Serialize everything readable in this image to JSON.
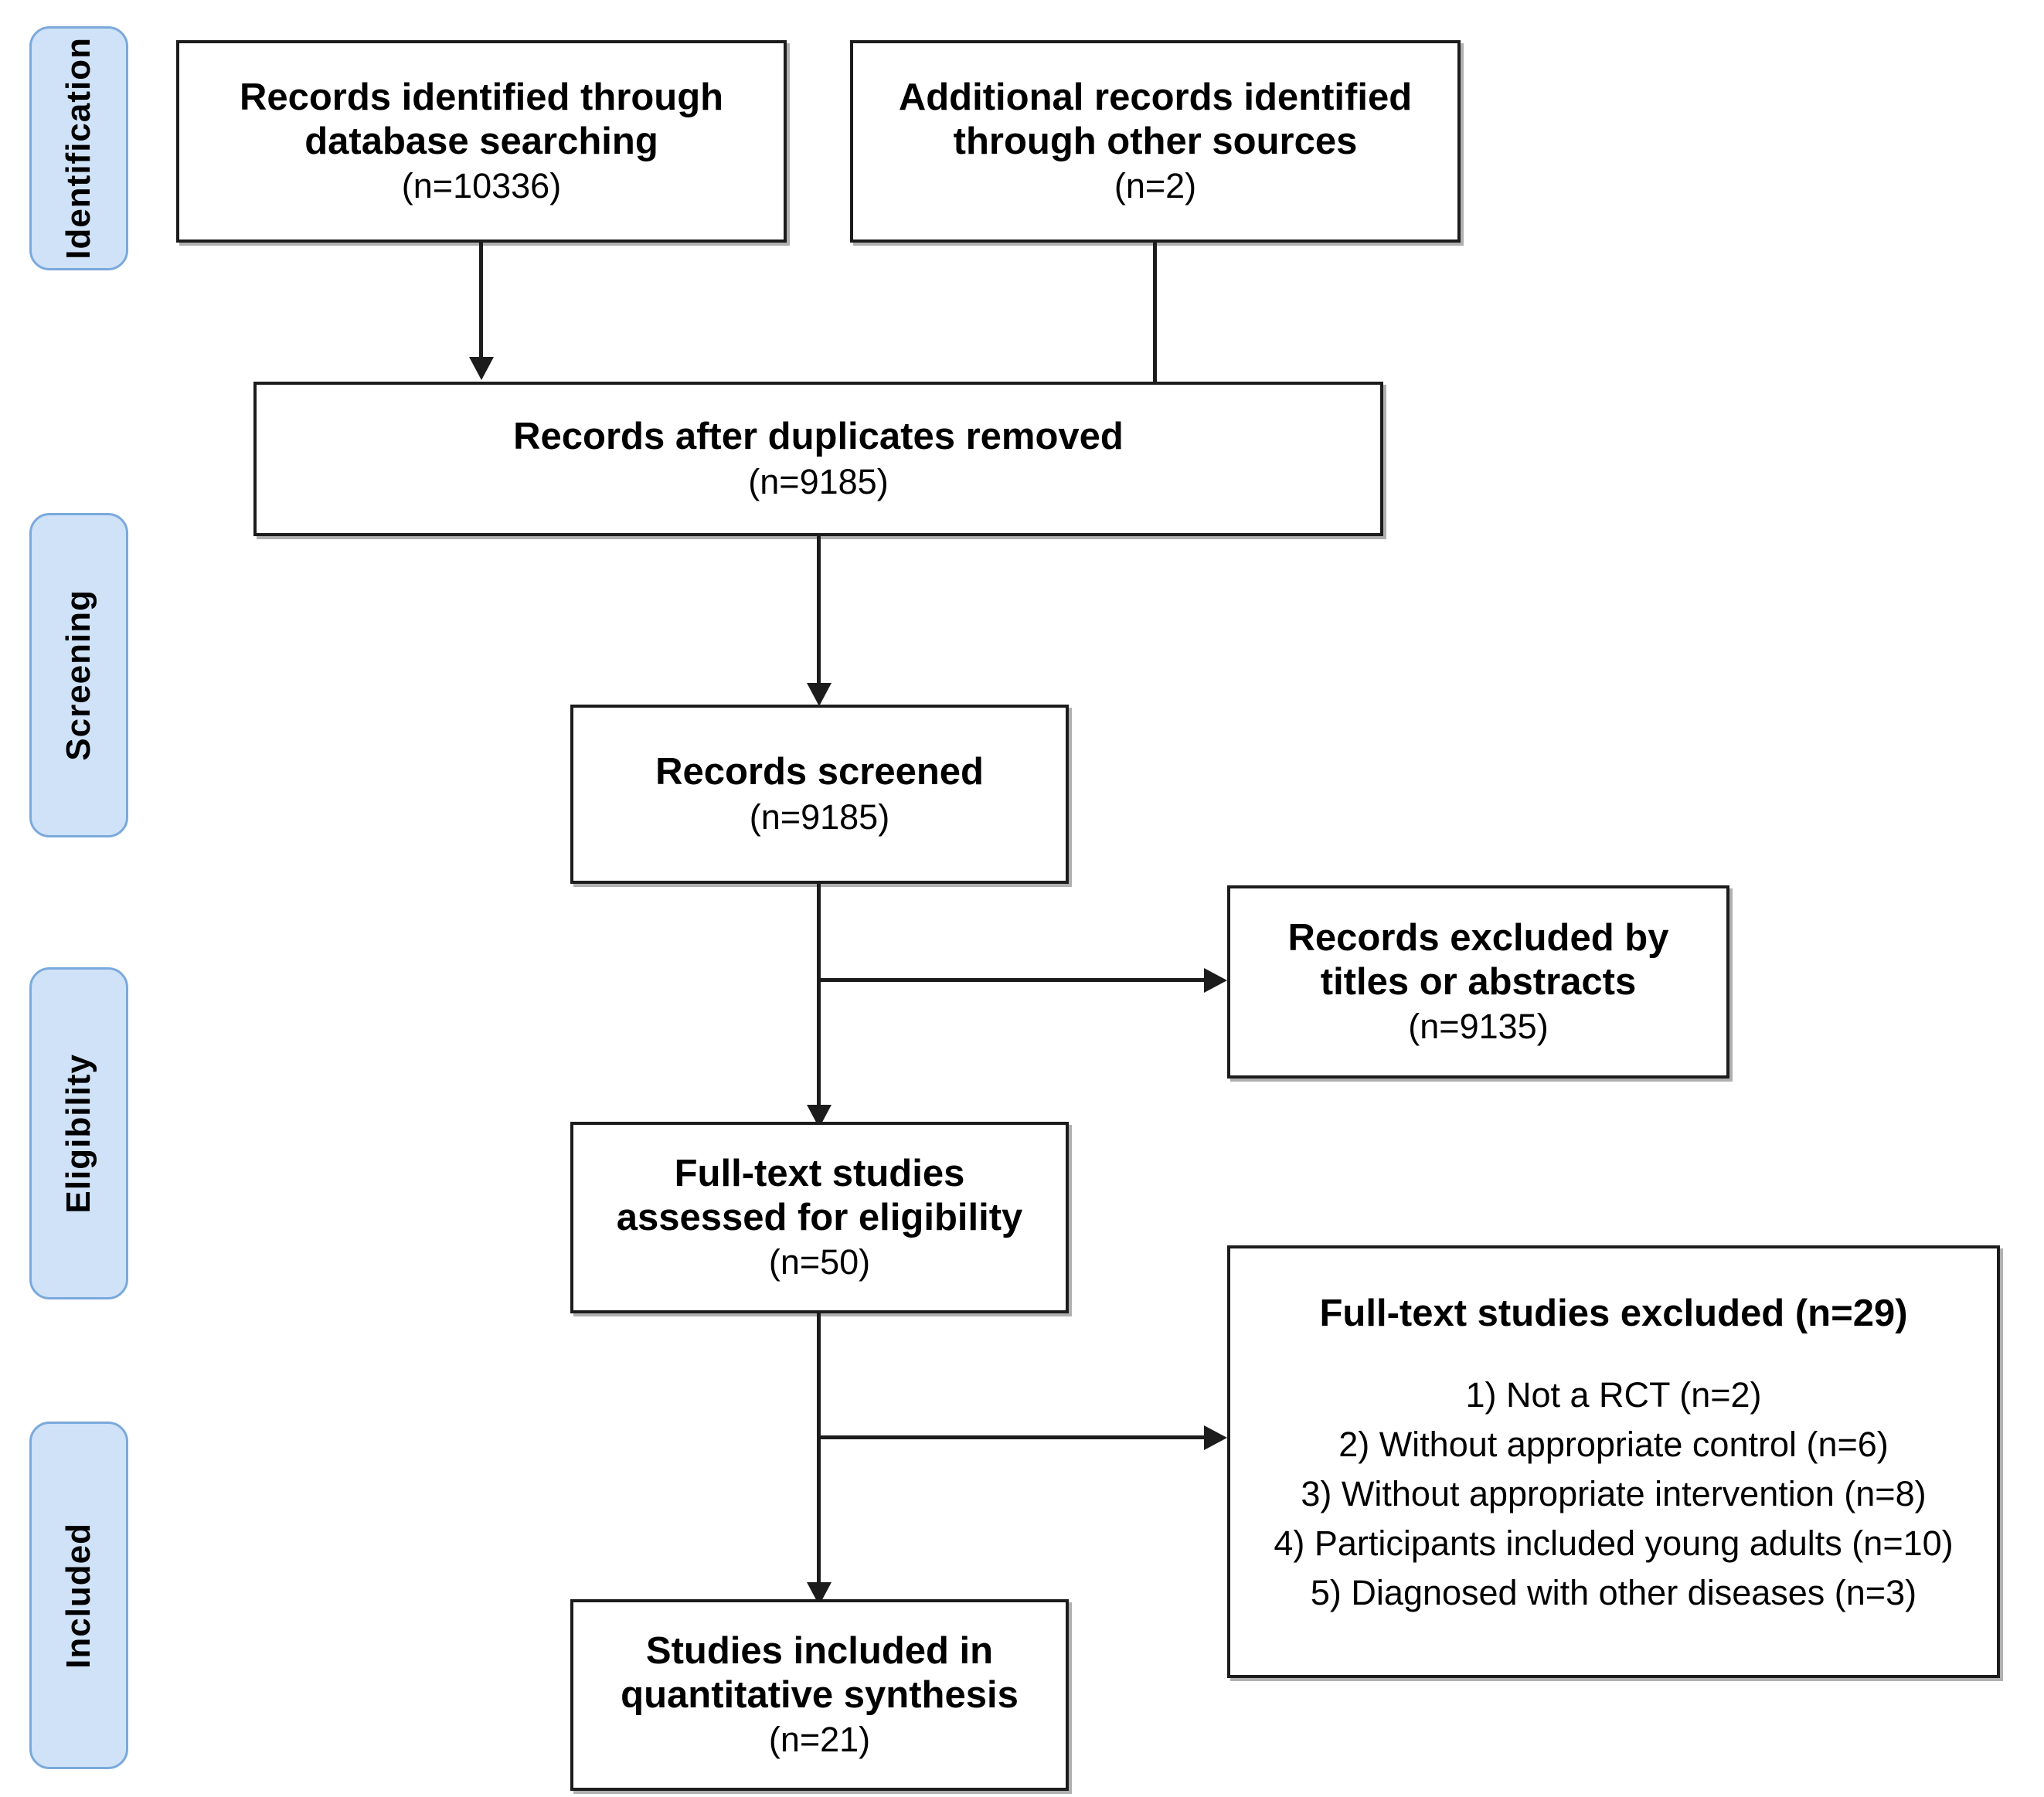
{
  "diagram": {
    "type": "PRISMA flow diagram",
    "stages": [
      {
        "key": "identification",
        "label": "Identification"
      },
      {
        "key": "screening",
        "label": "Screening"
      },
      {
        "key": "eligibility",
        "label": "Eligibility"
      },
      {
        "key": "included",
        "label": "Included"
      }
    ],
    "boxes": {
      "db_search": {
        "title": "Records identified through\ndatabase searching",
        "count": "(n=10336)"
      },
      "other_sources": {
        "title": "Additional records identified\nthrough other sources",
        "count": "(n=2)"
      },
      "after_duplicates": {
        "title": "Records after duplicates removed",
        "count": "(n=9185)"
      },
      "records_screened": {
        "title": "Records screened",
        "count": "(n=9185)"
      },
      "records_excluded": {
        "title": "Records excluded by\ntitles or abstracts",
        "count": "(n=9135)"
      },
      "fulltext_assessed": {
        "title": "Full-text studies\nassessed for eligibility",
        "count": "(n=50)"
      },
      "fulltext_excluded": {
        "heading": "Full-text studies excluded (n=29)",
        "reasons": [
          "1) Not a RCT (n=2)",
          "2) Without appropriate control (n=6)",
          "3) Without appropriate intervention (n=8)",
          "4) Participants included young adults (n=10)",
          "5) Diagnosed with other diseases (n=3)"
        ]
      },
      "studies_included": {
        "title": "Studies included in\nquantitative synthesis",
        "count": "(n=21)"
      }
    },
    "colors": {
      "stage_tab_fill": "#cfe2f7",
      "stage_tab_border": "#7aa9dc",
      "box_border": "#1c1c1c",
      "connector": "#1c1c1c",
      "background": "#ffffff"
    }
  }
}
